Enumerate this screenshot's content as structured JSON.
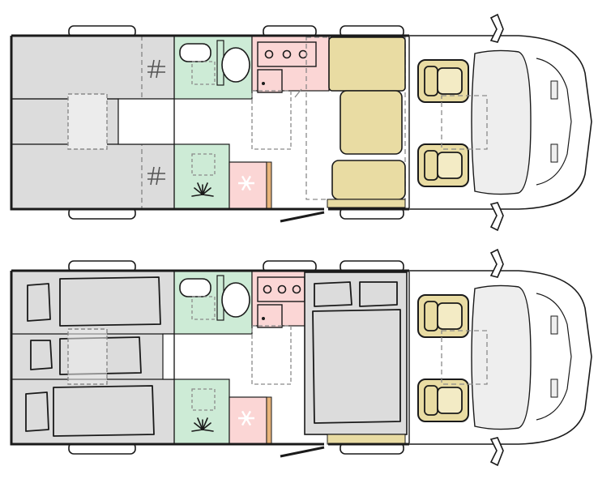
{
  "diagram": {
    "layouts": [
      {
        "id": "day-layout",
        "variant": "lounge"
      },
      {
        "id": "night-layout",
        "variant": "sleeping"
      }
    ],
    "zones": {
      "bathroom": "#cdebd6",
      "kitchen": "#fbd6d5",
      "fridge": "#fbd6d5",
      "seating": "#e9dca3",
      "seating_stroke": "#8c7a3a",
      "bed_area": "#dcdcdc",
      "floor": "#ffffff",
      "wall": "#1a1a1a",
      "dashed": "#8a8a8a",
      "wood": "#e8b47a",
      "shower_tray": "#d8f0df"
    },
    "icons": {
      "fridge": "snowflake-icon",
      "shower": "shower-icon",
      "heater": "grille-icon"
    }
  }
}
